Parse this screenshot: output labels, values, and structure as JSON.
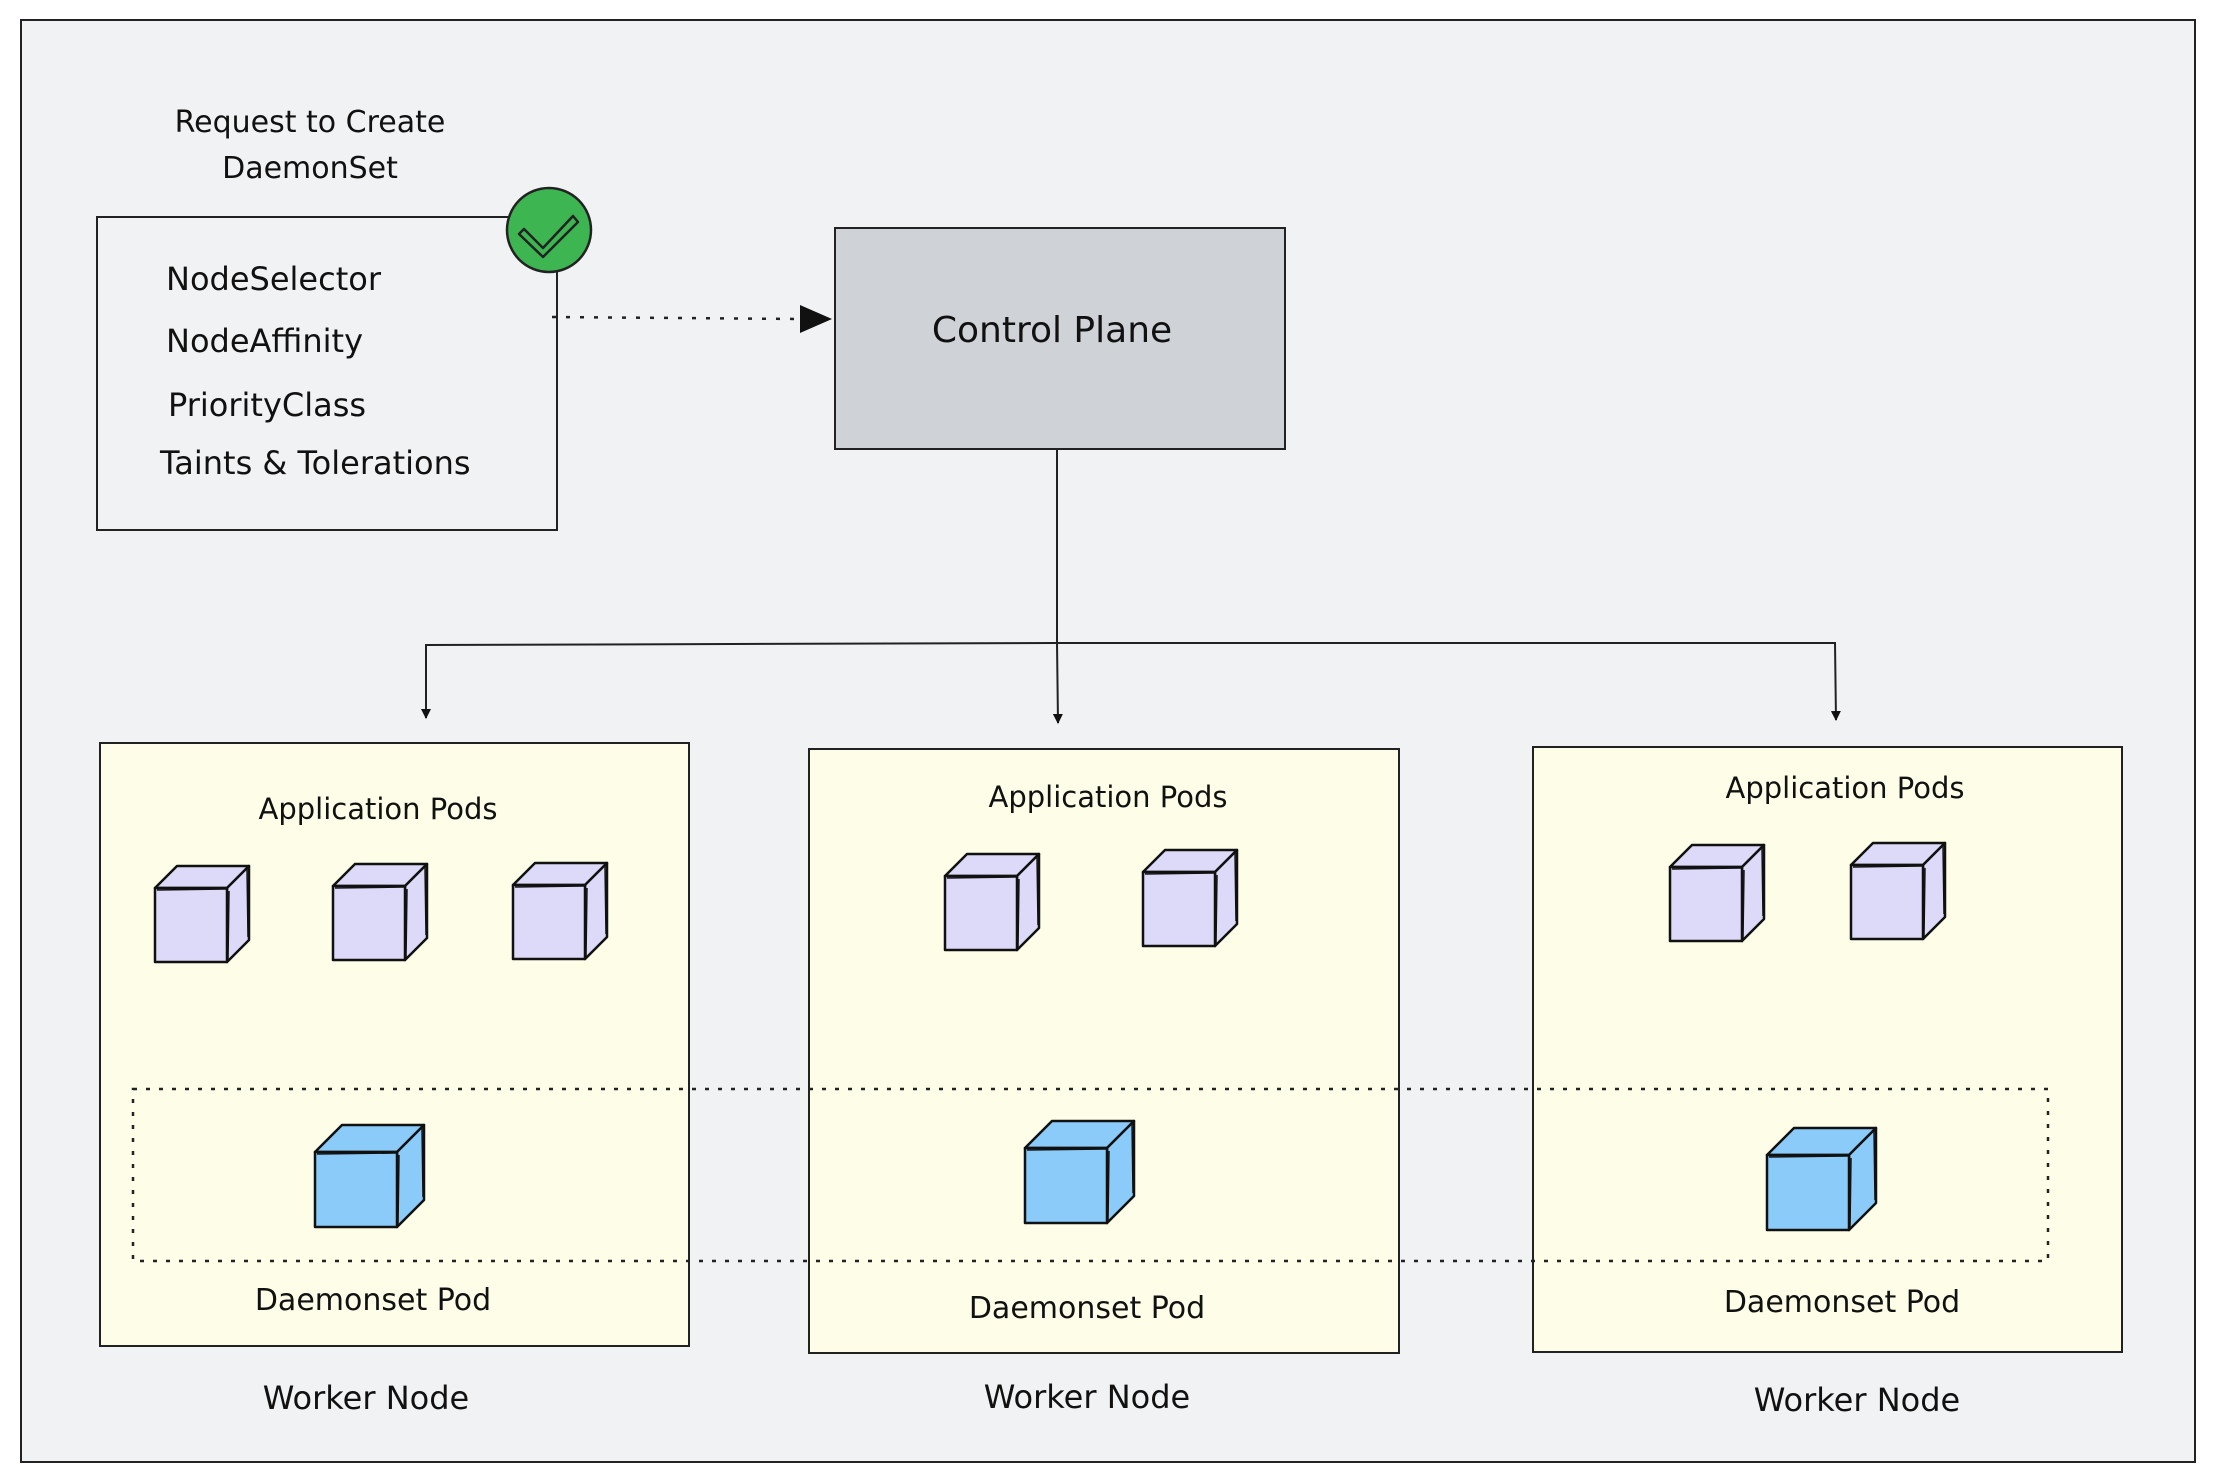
{
  "request": {
    "title_line1": "Request to Create",
    "title_line2": "DaemonSet",
    "check_icon": "check-circle-icon",
    "items": [
      "NodeSelector",
      "NodeAffinity",
      "PriorityClass",
      "Taints & Tolerations"
    ]
  },
  "control_plane": {
    "label": "Control Plane"
  },
  "worker_nodes": [
    {
      "label": "Worker Node",
      "app_pods_label": "Application Pods",
      "app_pod_count": 3,
      "daemon_label": "Daemonset Pod"
    },
    {
      "label": "Worker Node",
      "app_pods_label": "Application Pods",
      "app_pod_count": 2,
      "daemon_label": "Daemonset Pod"
    },
    {
      "label": "Worker Node",
      "app_pods_label": "Application Pods",
      "app_pod_count": 2,
      "daemon_label": "Daemonset Pod"
    }
  ],
  "colors": {
    "canvas_bg": "#f1f2f4",
    "control_plane_fill": "#cfd3d8",
    "worker_node_fill": "#fdfde8",
    "app_pod_fill": "#ddd9f8",
    "daemon_pod_fill": "#8acbf9",
    "check_fill": "#3db652"
  }
}
